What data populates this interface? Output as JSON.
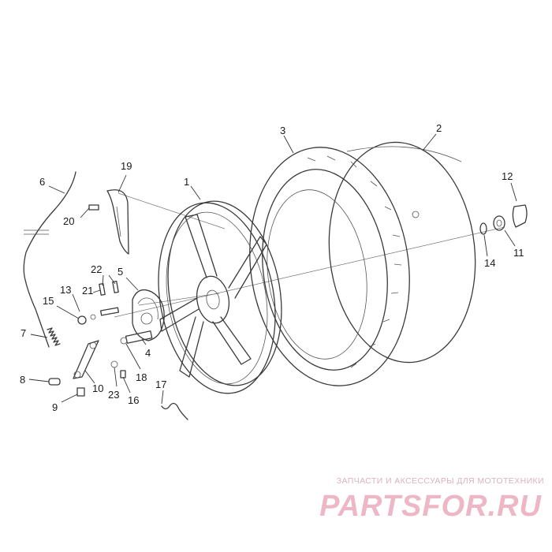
{
  "diagram": {
    "callouts": [
      {
        "id": "c1",
        "text": "1"
      },
      {
        "id": "c2",
        "text": "2"
      },
      {
        "id": "c3",
        "text": "3"
      },
      {
        "id": "c4",
        "text": "4"
      },
      {
        "id": "c5",
        "text": "5"
      },
      {
        "id": "c6",
        "text": "6"
      },
      {
        "id": "c7",
        "text": "7"
      },
      {
        "id": "c8",
        "text": "8"
      },
      {
        "id": "c9",
        "text": "9"
      },
      {
        "id": "c10",
        "text": "10"
      },
      {
        "id": "c11",
        "text": "11"
      },
      {
        "id": "c12",
        "text": "12"
      },
      {
        "id": "c13",
        "text": "13"
      },
      {
        "id": "c14",
        "text": "14"
      },
      {
        "id": "c15",
        "text": "15"
      },
      {
        "id": "c16",
        "text": "16"
      },
      {
        "id": "c17",
        "text": "17"
      },
      {
        "id": "c18",
        "text": "18"
      },
      {
        "id": "c19",
        "text": "19"
      },
      {
        "id": "c20",
        "text": "20"
      },
      {
        "id": "c21",
        "text": "21"
      },
      {
        "id": "c22",
        "text": "22"
      },
      {
        "id": "c23",
        "text": "23"
      }
    ]
  },
  "watermark": {
    "caption": "ЗАПЧАСТИ И АКСЕССУАРЫ ДЛЯ МОТОТЕХНИКИ",
    "logo_text": "PARTSFOR.RU",
    "color": "#e8a0b4"
  }
}
